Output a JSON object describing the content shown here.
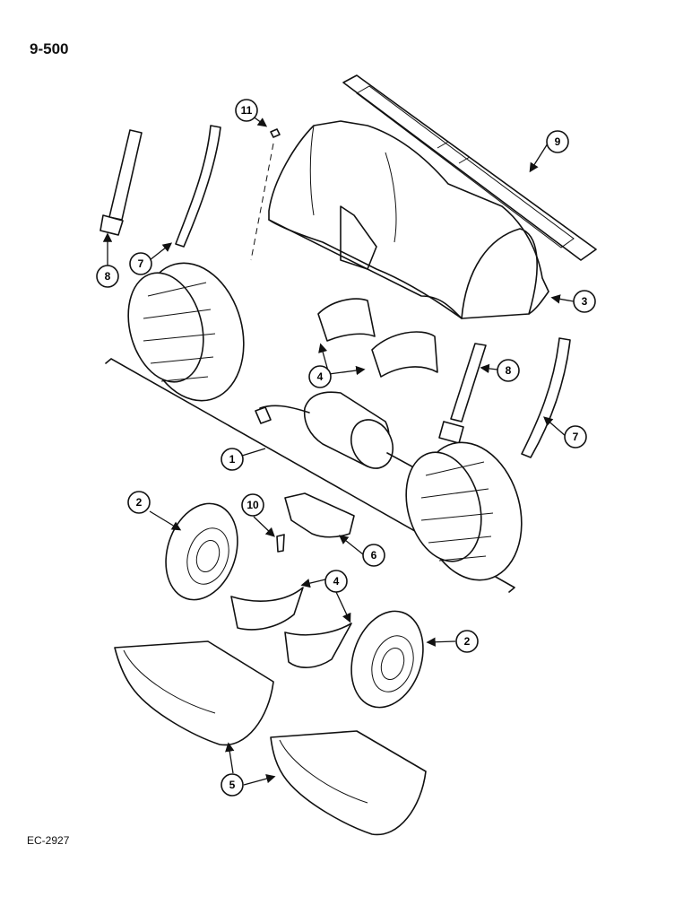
{
  "page_code": "9-500",
  "figure_code": "EC-2927",
  "callouts": {
    "c1": "1",
    "c2a": "2",
    "c2b": "2",
    "c3": "3",
    "c4a": "4",
    "c4b": "4",
    "c5": "5",
    "c6": "6",
    "c7a": "7",
    "c7b": "7",
    "c8a": "8",
    "c8b": "8",
    "c9": "9",
    "c10": "10",
    "c11": "11"
  }
}
